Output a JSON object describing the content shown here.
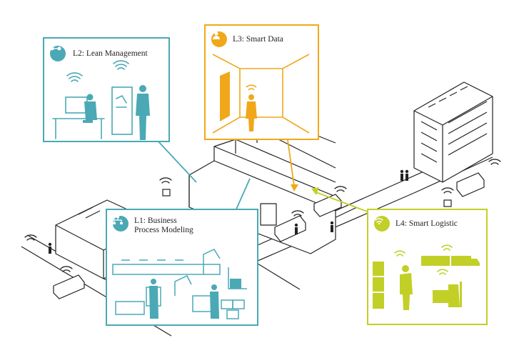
{
  "panels": {
    "l2": {
      "title": "L2: Lean Management"
    },
    "l3": {
      "title": "L3: Smart Data"
    },
    "l1": {
      "title_line1": "L1: Business",
      "title_line2": "Process Modeling"
    },
    "l4": {
      "title": "L4: Smart Logistic"
    }
  },
  "colors": {
    "l1": "#4aa9b5",
    "l2": "#4aa9b5",
    "l3": "#f0a81a",
    "l4": "#c2cf27",
    "line": "#222222"
  },
  "icons": [
    "process-icon",
    "team-icon",
    "network-icon",
    "wifi-icon",
    "package-icon",
    "truck-icon",
    "forklift-icon",
    "worker-icon",
    "robot-arm-icon"
  ]
}
